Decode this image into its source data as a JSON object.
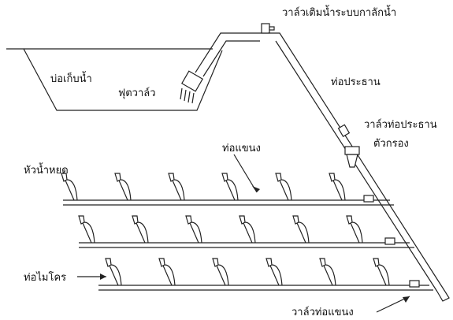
{
  "labels": {
    "reservoir": "บ่อเก็บน้ำ",
    "foot_valve": "ฟุตวาล์ว",
    "siphon_valve": "วาล์วเติมน้ำระบบกาลักน้ำ",
    "main_pipe": "ท่อประธาน",
    "main_valve": "วาล์วท่อประธาน",
    "filter": "ตัวกรอง",
    "lateral_pipe": "ท่อแขนง",
    "emitter": "หัวน้ำหยด",
    "micro_tube": "ท่อไมโคร",
    "lateral_valve": "วาล์วท่อแขนง"
  },
  "colors": {
    "line": "#222222",
    "background": "#ffffff"
  },
  "lateral_rows": 3,
  "emitters_per_row": 6
}
